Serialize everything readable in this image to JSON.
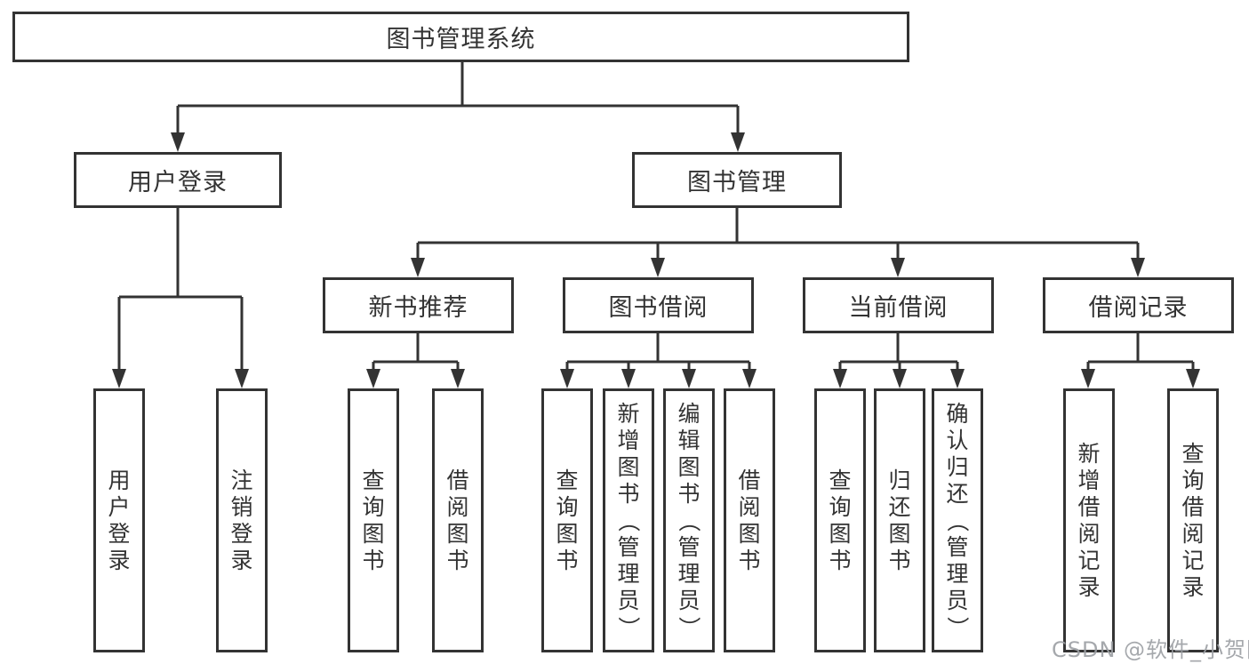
{
  "diagram": {
    "title": "图书管理系统",
    "children": [
      {
        "label": "用户登录",
        "children": [
          "用户登录",
          "注销登录"
        ]
      },
      {
        "label": "图书管理",
        "children": [
          {
            "label": "新书推荐",
            "children": [
              "查询图书",
              "借阅图书"
            ]
          },
          {
            "label": "图书借阅",
            "children": [
              "查询图书",
              "新增图书（管理员）",
              "编辑图书（管理员）",
              "借阅图书"
            ]
          },
          {
            "label": "当前借阅",
            "children": [
              "查询图书",
              "归还图书",
              "确认归还（管理员）"
            ]
          },
          {
            "label": "借阅记录",
            "children": [
              "新增借阅记录",
              "查询借阅记录"
            ]
          }
        ]
      }
    ]
  },
  "watermark": {
    "text": "CSDN @软件_小贺同学"
  },
  "colors": {
    "line": "#333333",
    "box_border": "#333333",
    "text": "#333333",
    "background": "#ffffff",
    "watermark": "#9b9ea3"
  }
}
